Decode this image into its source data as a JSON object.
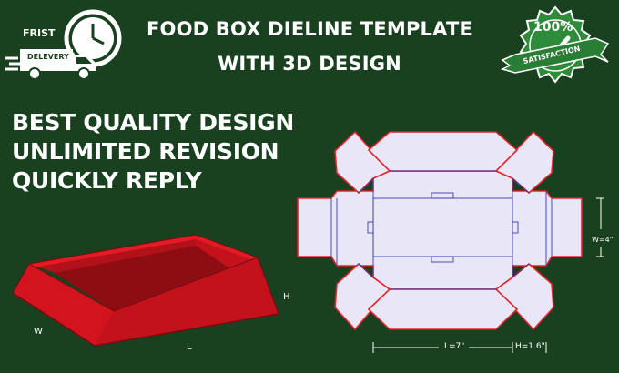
{
  "heading": {
    "line1": "FOOD BOX DIELINE TEMPLATE",
    "line2": "WITH 3D DESIGN"
  },
  "badge_left": {
    "word1": "FRIST",
    "word2": "DELEVERY"
  },
  "badge_right": {
    "percent": "100%",
    "ribbon": "SATISFACTION"
  },
  "features": [
    "BEST QUALITY DESIGN",
    "UNLIMITED REVISION",
    "QUICKLY REPLY"
  ],
  "box3d_labels": {
    "w": "W",
    "l": "L",
    "h": "H"
  },
  "dieline_labels": {
    "width": "W=4\"",
    "length": "L=7\"",
    "height": "H=1.6\""
  },
  "colors": {
    "background": "#19411f",
    "box_red": "#d3141f",
    "dieline_fill": "#e9e7f7",
    "dieline_cut": "#e0232a",
    "dieline_fold": "#3a3ab0",
    "badge_green": "#2e8b3a"
  }
}
